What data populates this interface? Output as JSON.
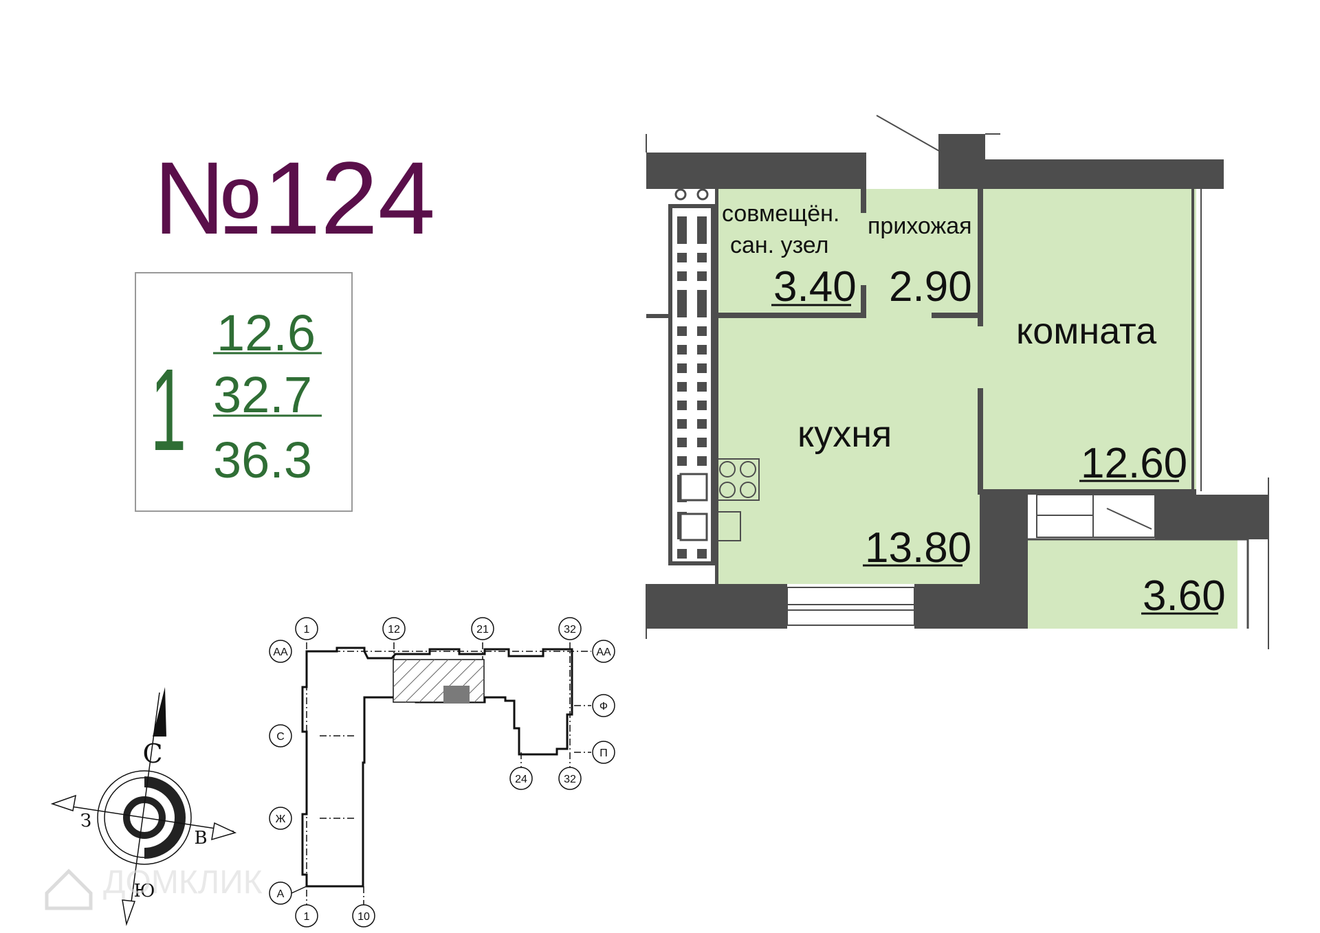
{
  "apartment": {
    "title": "№124",
    "rooms_count": "1",
    "living_area": "12.6",
    "total_area_no_balcony": "32.7",
    "total_area": "36.3"
  },
  "rooms": {
    "bathroom_label_1": "совмещён.",
    "bathroom_label_2": "сан. узел",
    "bathroom_area": "3.40",
    "hall_label": "прихожая",
    "hall_area": "2.90",
    "room_label": "комната",
    "room_area": "12.60",
    "kitchen_label": "кухня",
    "kitchen_area": "13.80",
    "balcony_area": "3.60"
  },
  "key_plan": {
    "top_axes": [
      "1",
      "12",
      "21",
      "32"
    ],
    "left_axes": [
      "АА",
      "С",
      "Ж",
      "А"
    ],
    "right_axes": [
      "АА",
      "Ф",
      "П"
    ],
    "bottom_axes": [
      "1",
      "10",
      "24",
      "32"
    ]
  },
  "compass": {
    "north": "С",
    "south": "Ю",
    "west": "З",
    "east": "В"
  },
  "watermark": "ДОМКЛИК",
  "colors": {
    "room_fill": "#d3e8bf",
    "wall": "#4d4d4d",
    "title": "#5a0f4a",
    "area_text": "#2f6e35"
  }
}
